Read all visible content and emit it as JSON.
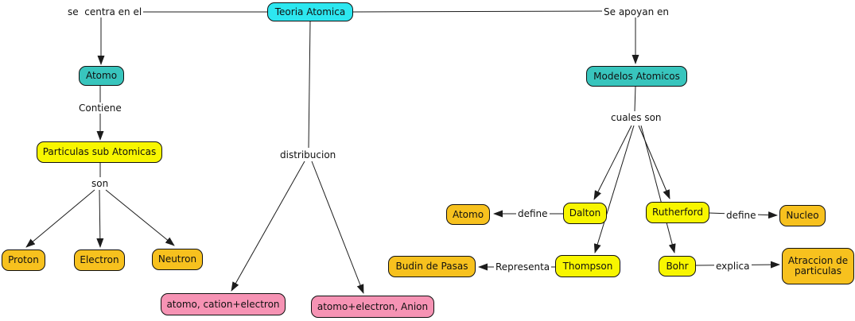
{
  "diagram_title": "Teoria Atomica",
  "colors": {
    "cyan": "#2de7f0",
    "teal": "#38c5bd",
    "yellow": "#f8f600",
    "amber": "#f7c11e",
    "pink": "#f693b4"
  },
  "nodes": {
    "teoria_atomica": {
      "label": "Teoria Atomica"
    },
    "atomo_left": {
      "label": "Atomo"
    },
    "particulas": {
      "label": "Particulas sub Atomicas"
    },
    "proton": {
      "label": "Proton"
    },
    "electron": {
      "label": "Electron"
    },
    "neutron": {
      "label": "Neutron"
    },
    "cation": {
      "label": "atomo, cation+electron"
    },
    "anion": {
      "label": "atomo+electron, Anion"
    },
    "modelos": {
      "label": "Modelos Atomicos"
    },
    "atomo_right": {
      "label": "Atomo"
    },
    "dalton": {
      "label": "Dalton"
    },
    "rutherford": {
      "label": "Rutherford"
    },
    "nucleo": {
      "label": "Nucleo"
    },
    "budin": {
      "label": "Budin de Pasas"
    },
    "thompson": {
      "label": "Thompson"
    },
    "bohr": {
      "label": "Bohr"
    },
    "atraccion": {
      "label": "Atraccion de particulas"
    }
  },
  "edge_labels": {
    "se_centra": "se  centra en el",
    "se_apoyan": "Se apoyan en",
    "contiene": "Contiene",
    "son": "son",
    "distribucion": "distribucion",
    "cuales_son": "cuales son",
    "define_dalton": "define",
    "define_rutherford": "define",
    "representa": "Representa",
    "explica": "explica"
  }
}
